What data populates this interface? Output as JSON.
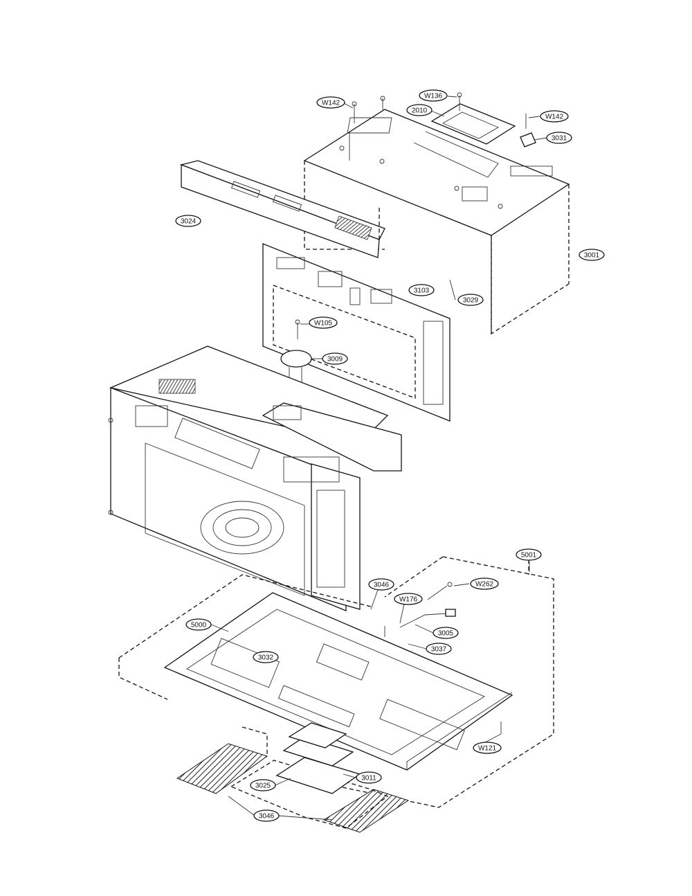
{
  "labels": {
    "w142_left": "W142",
    "w136": "W136",
    "p2010": "2010",
    "w142_right": "W142",
    "p3031": "3031",
    "p3024": "3024",
    "p3001_top": "3001",
    "p3103": "3103",
    "p3029": "3029",
    "w105": "W105",
    "p3009": "3009",
    "p5001": "5001",
    "p3046_mid": "3046",
    "w262": "W262",
    "w176": "W176",
    "p5000": "5000",
    "p3005": "3005",
    "p3037": "3037",
    "p3032": "3032",
    "w121": "W121",
    "p3011": "3011",
    "p3025": "3025",
    "p3046_bottom": "3046"
  }
}
